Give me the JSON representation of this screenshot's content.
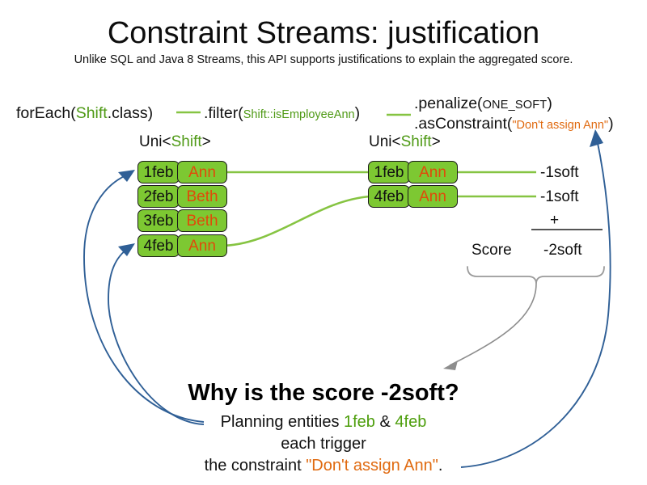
{
  "slide": {
    "title": "Constraint Streams: justification",
    "subtitle": "Unlike SQL and Java 8 Streams, this API supports justifications to explain the aggregated score."
  },
  "pipeline": {
    "for_each": {
      "prefix": "forEach(",
      "type": "Shift",
      "suffix": ".class)"
    },
    "filter": {
      "prefix": ".filter(",
      "predicate": "Shift::isEmployeeAnn",
      "suffix": ")"
    },
    "penalize": {
      "prefix": ".penalize(",
      "score_level": "ONE_SOFT",
      "suffix": ")"
    },
    "as_constraint": {
      "prefix": ".asConstraint(",
      "constraint_name": "\"Don't assign Ann\"",
      "suffix": ")"
    }
  },
  "streams": {
    "left": {
      "label_prefix": "Uni<",
      "label_type": "Shift",
      "label_suffix": ">",
      "rows": [
        {
          "date": "1feb",
          "employee": "Ann"
        },
        {
          "date": "2feb",
          "employee": "Beth"
        },
        {
          "date": "3feb",
          "employee": "Beth"
        },
        {
          "date": "4feb",
          "employee": "Ann"
        }
      ]
    },
    "right": {
      "label_prefix": "Uni<",
      "label_type": "Shift",
      "label_suffix": ">",
      "rows": [
        {
          "date": "1feb",
          "employee": "Ann",
          "penalty": "-1soft"
        },
        {
          "date": "4feb",
          "employee": "Ann",
          "penalty": "-1soft"
        }
      ]
    }
  },
  "score": {
    "operator": "+",
    "label": "Score",
    "total": "-2soft"
  },
  "explanation": {
    "heading": "Why is the score -2soft?",
    "line1_prefix": "Planning entities ",
    "line1_entity_a": "1feb",
    "line1_amp": " & ",
    "line1_entity_b": "4feb",
    "line2": "each trigger",
    "line3_prefix": "the constraint ",
    "line3_constraint": "\"Don't assign Ann\"",
    "line3_suffix": "."
  },
  "colors": {
    "fact_fill": "#7dc832",
    "fact_border": "#1a1a1a",
    "employee_orange": "#e04a0a",
    "type_green": "#4f9a16",
    "constraint_orange": "#e06a10",
    "connector_green": "#86c442",
    "justification_blue": "#2f5f96",
    "brace_gray": "#9a9a9a"
  }
}
